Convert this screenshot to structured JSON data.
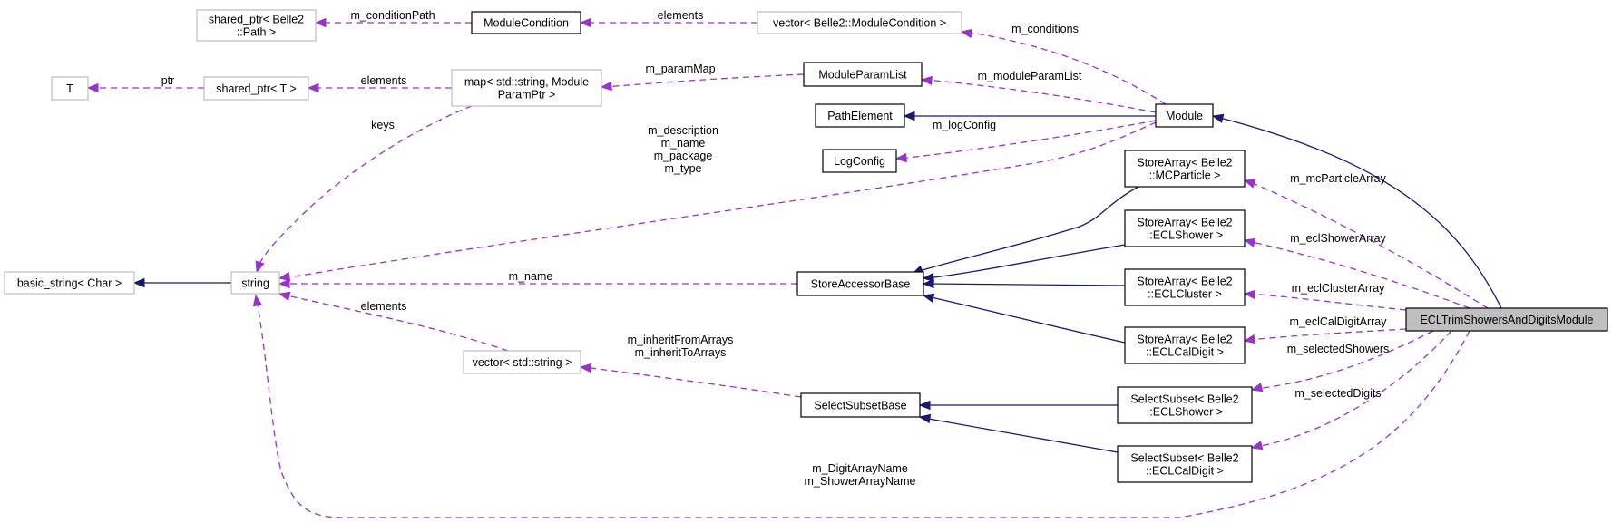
{
  "colors": {
    "inheritance": "#191970",
    "usage": "#9a32cd",
    "focus_fill": "#bfbfbf",
    "external_border": "#bfbfbf",
    "border": "#000000"
  },
  "nodes": {
    "shared_ptr_path": {
      "lines": [
        "shared_ptr< Belle2",
        "::Path >"
      ],
      "style": "external"
    },
    "module_condition": {
      "lines": [
        "ModuleCondition"
      ],
      "style": "plain"
    },
    "vector_module_condition": {
      "lines": [
        "vector< Belle2::ModuleCondition >"
      ],
      "style": "external"
    },
    "t": {
      "lines": [
        "T"
      ],
      "style": "external"
    },
    "shared_ptr_t": {
      "lines": [
        "shared_ptr< T >"
      ],
      "style": "external"
    },
    "map_param": {
      "lines": [
        "map< std::string, Module",
        "ParamPtr >"
      ],
      "style": "external"
    },
    "module_param_list": {
      "lines": [
        "ModuleParamList"
      ],
      "style": "plain"
    },
    "path_element": {
      "lines": [
        "PathElement"
      ],
      "style": "plain"
    },
    "module": {
      "lines": [
        "Module"
      ],
      "style": "plain"
    },
    "log_config": {
      "lines": [
        "LogConfig"
      ],
      "style": "plain"
    },
    "storearray_mcparticle": {
      "lines": [
        "StoreArray< Belle2",
        "::MCParticle >"
      ],
      "style": "plain"
    },
    "storearray_eclshower": {
      "lines": [
        "StoreArray< Belle2",
        "::ECLShower >"
      ],
      "style": "plain"
    },
    "storearray_eclcluster": {
      "lines": [
        "StoreArray< Belle2",
        "::ECLCluster >"
      ],
      "style": "plain"
    },
    "storearray_eclcaldigit": {
      "lines": [
        "StoreArray< Belle2",
        "::ECLCalDigit >"
      ],
      "style": "plain"
    },
    "selectsubset_eclshower": {
      "lines": [
        "SelectSubset< Belle2",
        "::ECLShower >"
      ],
      "style": "plain"
    },
    "selectsubset_eclcaldigit": {
      "lines": [
        "SelectSubset< Belle2",
        "::ECLCalDigit >"
      ],
      "style": "plain"
    },
    "store_accessor_base": {
      "lines": [
        "StoreAccessorBase"
      ],
      "style": "plain"
    },
    "select_subset_base": {
      "lines": [
        "SelectSubsetBase"
      ],
      "style": "plain"
    },
    "basic_string": {
      "lines": [
        "basic_string< Char >"
      ],
      "style": "external"
    },
    "string": {
      "lines": [
        "string"
      ],
      "style": "external"
    },
    "vector_string": {
      "lines": [
        "vector< std::string >"
      ],
      "style": "external"
    },
    "ecl_trim": {
      "lines": [
        "ECLTrimShowersAndDigitsModule"
      ],
      "style": "focus"
    }
  },
  "edges": [
    {
      "id": "e_condpath",
      "kind": "usage",
      "from": "module_condition",
      "to": "shared_ptr_path",
      "label": [
        "m_conditionPath"
      ]
    },
    {
      "id": "e_cond_elements",
      "kind": "usage",
      "from": "vector_module_condition",
      "to": "module_condition",
      "label": [
        "elements"
      ]
    },
    {
      "id": "e_ptr",
      "kind": "usage",
      "from": "shared_ptr_t",
      "to": "t",
      "label": [
        "ptr"
      ]
    },
    {
      "id": "e_map_elements",
      "kind": "usage",
      "from": "map_param",
      "to": "shared_ptr_t",
      "label": [
        "elements"
      ]
    },
    {
      "id": "e_parammap",
      "kind": "usage",
      "from": "module_param_list",
      "to": "map_param",
      "label": [
        "m_paramMap"
      ]
    },
    {
      "id": "e_keys",
      "kind": "usage",
      "from": "map_param",
      "to": "string",
      "label": [
        "keys"
      ]
    },
    {
      "id": "e_conditions",
      "kind": "usage",
      "from": "module",
      "to": "vector_module_condition",
      "label": [
        "m_conditions"
      ]
    },
    {
      "id": "e_moduleparamlist",
      "kind": "usage",
      "from": "module",
      "to": "module_param_list",
      "label": [
        "m_moduleParamList"
      ]
    },
    {
      "id": "e_pathelement",
      "kind": "inherit",
      "from": "module",
      "to": "path_element",
      "label": []
    },
    {
      "id": "e_logconfig",
      "kind": "usage",
      "from": "module",
      "to": "log_config",
      "label": [
        "m_logConfig"
      ]
    },
    {
      "id": "e_module_strings",
      "kind": "usage",
      "from": "module",
      "to": "string",
      "label": [
        "m_description",
        "m_name",
        "m_package",
        "m_type"
      ]
    },
    {
      "id": "e_basic_string",
      "kind": "inherit",
      "from": "string",
      "to": "basic_string",
      "label": []
    },
    {
      "id": "e_sab_name",
      "kind": "usage",
      "from": "store_accessor_base",
      "to": "string",
      "label": [
        "m_name"
      ]
    },
    {
      "id": "e_vec_str_elements",
      "kind": "usage",
      "from": "vector_string",
      "to": "string",
      "label": [
        "elements"
      ]
    },
    {
      "id": "e_inherit_arrays",
      "kind": "usage",
      "from": "select_subset_base",
      "to": "vector_string",
      "label": [
        "m_inheritFromArrays",
        "m_inheritToArrays"
      ]
    },
    {
      "id": "e_sa_mc_base",
      "kind": "inherit",
      "from": "storearray_mcparticle",
      "to": "store_accessor_base",
      "label": []
    },
    {
      "id": "e_sa_sh_base",
      "kind": "inherit",
      "from": "storearray_eclshower",
      "to": "store_accessor_base",
      "label": []
    },
    {
      "id": "e_sa_cl_base",
      "kind": "inherit",
      "from": "storearray_eclcluster",
      "to": "store_accessor_base",
      "label": []
    },
    {
      "id": "e_sa_cd_base",
      "kind": "inherit",
      "from": "storearray_eclcaldigit",
      "to": "store_accessor_base",
      "label": []
    },
    {
      "id": "e_ss_sh_base",
      "kind": "inherit",
      "from": "selectsubset_eclshower",
      "to": "select_subset_base",
      "label": []
    },
    {
      "id": "e_ss_cd_base",
      "kind": "inherit",
      "from": "selectsubset_eclcaldigit",
      "to": "select_subset_base",
      "label": []
    },
    {
      "id": "e_trim_module",
      "kind": "inherit",
      "from": "ecl_trim",
      "to": "module",
      "label": []
    },
    {
      "id": "e_mcparticlearray",
      "kind": "usage",
      "from": "ecl_trim",
      "to": "storearray_mcparticle",
      "label": [
        "m_mcParticleArray"
      ]
    },
    {
      "id": "e_eclshowerarray",
      "kind": "usage",
      "from": "ecl_trim",
      "to": "storearray_eclshower",
      "label": [
        "m_eclShowerArray"
      ]
    },
    {
      "id": "e_eclclusterarray",
      "kind": "usage",
      "from": "ecl_trim",
      "to": "storearray_eclcluster",
      "label": [
        "m_eclClusterArray"
      ]
    },
    {
      "id": "e_eclcaldigitarray",
      "kind": "usage",
      "from": "ecl_trim",
      "to": "storearray_eclcaldigit",
      "label": [
        "m_eclCalDigitArray"
      ]
    },
    {
      "id": "e_selectedshowers",
      "kind": "usage",
      "from": "ecl_trim",
      "to": "selectsubset_eclshower",
      "label": [
        "m_selectedShowers"
      ]
    },
    {
      "id": "e_selecteddigits",
      "kind": "usage",
      "from": "ecl_trim",
      "to": "selectsubset_eclcaldigit",
      "label": [
        "m_selectedDigits"
      ]
    },
    {
      "id": "e_arraynames",
      "kind": "usage",
      "from": "ecl_trim",
      "to": "string",
      "label": [
        "m_DigitArrayName",
        "m_ShowerArrayName"
      ]
    }
  ]
}
